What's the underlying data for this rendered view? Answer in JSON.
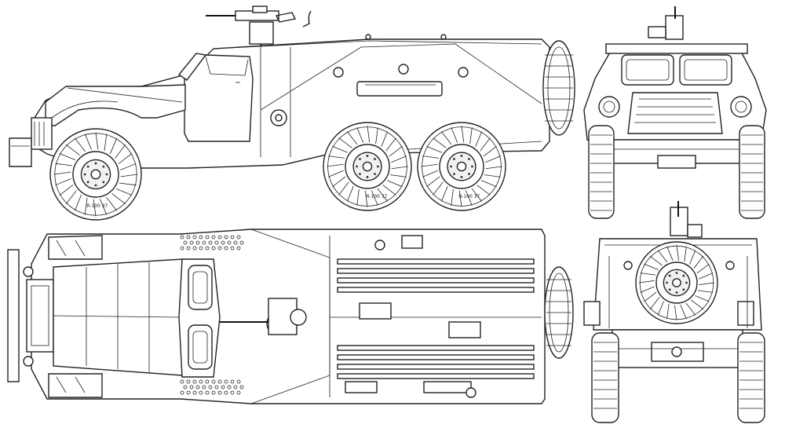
{
  "drawing": {
    "views": [
      {
        "id": "side-view"
      },
      {
        "id": "front-view"
      },
      {
        "id": "top-view"
      },
      {
        "id": "rear-view"
      }
    ],
    "tire_markings": [
      "Я-100 37",
      "Я-100 37",
      "Я-100 37"
    ],
    "colors": {
      "ink": "#222222",
      "paper": "#ffffff"
    }
  }
}
